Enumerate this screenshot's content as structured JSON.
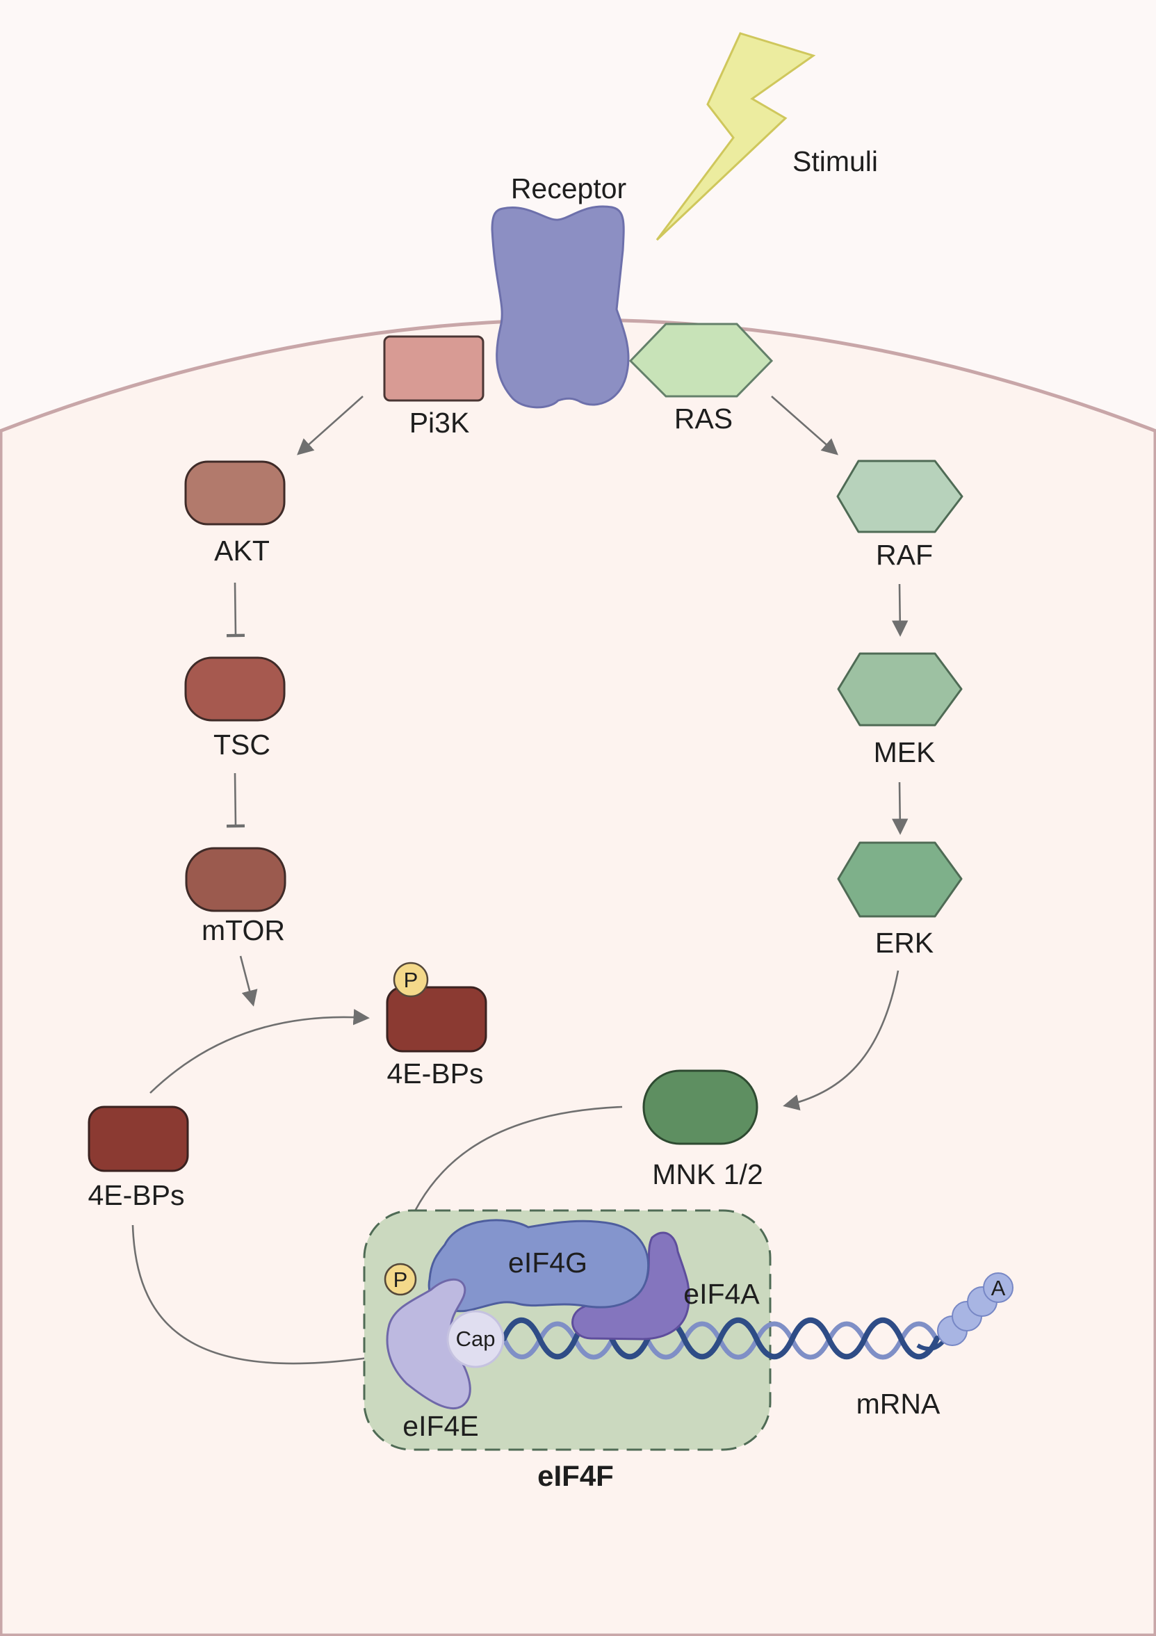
{
  "labels": {
    "stimuli": "Stimuli",
    "receptor": "Receptor",
    "pi3k": "Pi3K",
    "ras": "RAS",
    "akt": "AKT",
    "tsc": "TSC",
    "mtor": "mTOR",
    "p_4ebp": "P",
    "fourebps_phospho": "4E-BPs",
    "fourebps": "4E-BPs",
    "raf": "RAF",
    "mek": "MEK",
    "erk": "ERK",
    "mnk": "MNK 1/2",
    "eif4g": "eIF4G",
    "eif4a": "eIF4A",
    "eif4e": "eIF4E",
    "p_eif4e": "P",
    "cap": "Cap",
    "mrna": "mRNA",
    "polya": "A",
    "eif4f": "eIF4F"
  },
  "colors": {
    "background": "#fdf8f7",
    "cell_membrane": "#c8a6a8",
    "cell_interior": "#fdf3ef",
    "stimuli": "#ecec9f",
    "receptor": "#8c8fc3",
    "pi3k": "#d89b94",
    "ras": "#c8e3b8",
    "akt": "#b27a6c",
    "tsc": "#a6594f",
    "mtor": "#9b5a4e",
    "fourebp": "#8b3a32",
    "raf": "#b7d2bb",
    "mek": "#9dc1a2",
    "erk": "#7eb08a",
    "mnk": "#5e8f61",
    "eif4f_box": "#cbd9bf",
    "eif4g": "#8495cd",
    "eif4a": "#8475be",
    "eif4e": "#bdb9e0",
    "cap": "#e0def0",
    "mrna": "#2e4c86",
    "polya": "#a8b5e3",
    "phospho": "#f4d98a"
  }
}
